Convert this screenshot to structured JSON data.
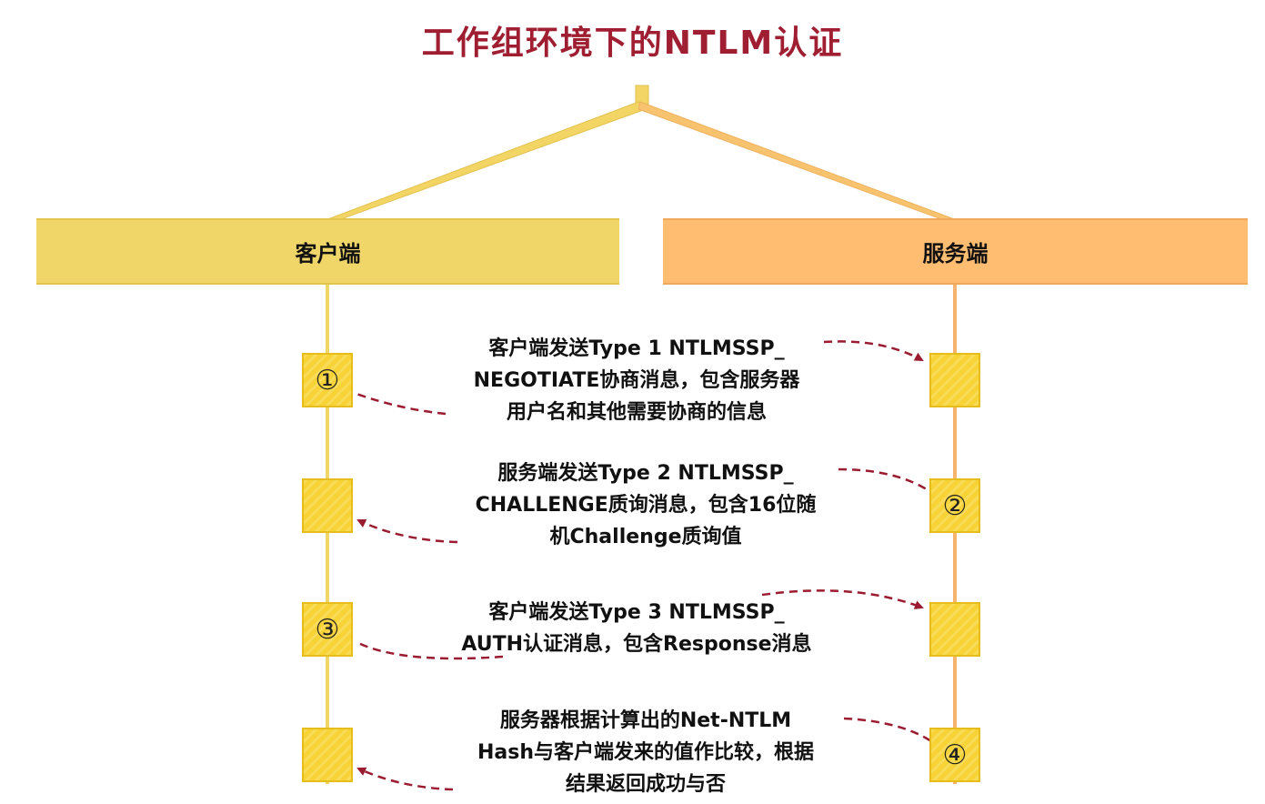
{
  "title": "工作组环境下的NTLM认证",
  "colors": {
    "title": "#a01e32",
    "client_band": "#f0d668",
    "server_band": "#ffbd72",
    "node_fill": "#f8d336",
    "arrow": "#9b1b30"
  },
  "client": {
    "label": "客户端"
  },
  "server": {
    "label": "服务端"
  },
  "steps": [
    {
      "number": "①",
      "lines": [
        "客户端发送Type 1 NTLMSSP_",
        "NEGOTIATE协商消息，包含服务器",
        "用户名和其他需要协商的信息"
      ],
      "direction": "client-to-server"
    },
    {
      "number": "②",
      "lines": [
        "服务端发送Type 2 NTLMSSP_",
        "CHALLENGE质询消息，包含16位随",
        "机Challenge质询值"
      ],
      "direction": "server-to-client"
    },
    {
      "number": "③",
      "lines": [
        "客户端发送Type 3 NTLMSSP_",
        "AUTH认证消息，包含Response消息"
      ],
      "direction": "client-to-server"
    },
    {
      "number": "④",
      "lines": [
        "服务器根据计算出的Net-NTLM",
        "Hash与客户端发来的值作比较，根据",
        "结果返回成功与否"
      ],
      "direction": "server-to-client"
    }
  ]
}
